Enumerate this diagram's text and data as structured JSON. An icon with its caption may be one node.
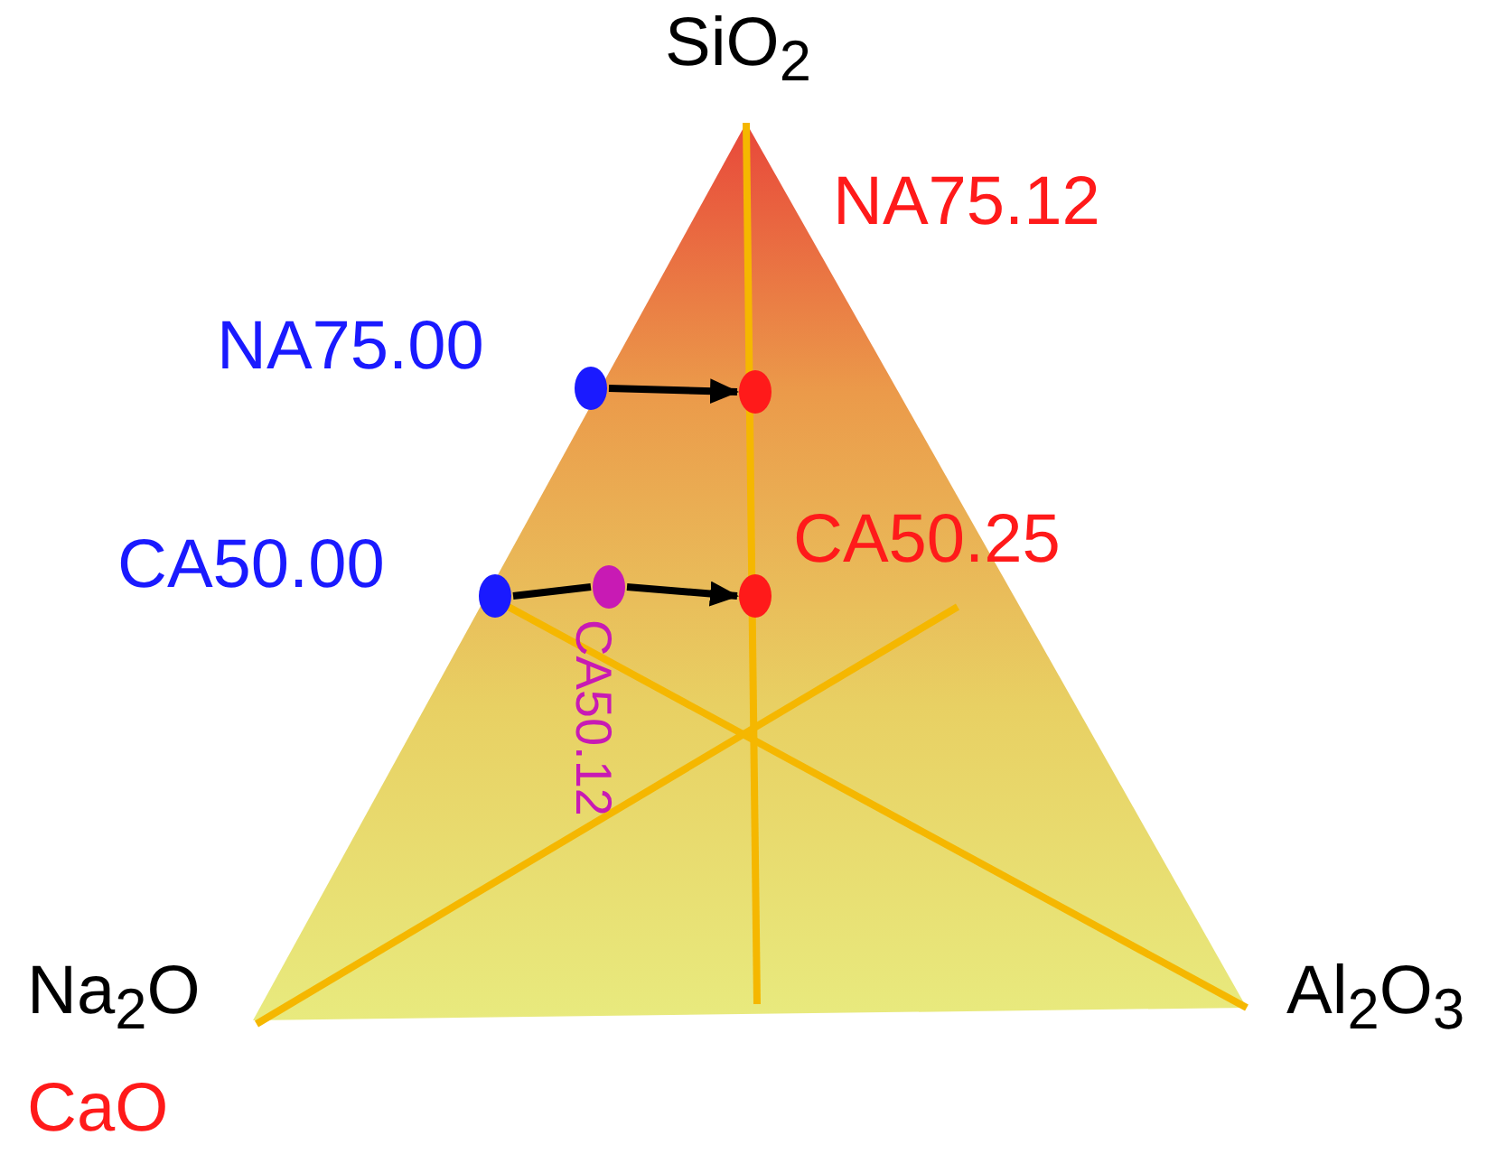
{
  "diagram": {
    "nodes": [
      {
        "text": [],
        "shape": "circle",
        "beside": [
          "NA75.00"
        ]
      },
      {
        "text": [],
        "shape": "circle",
        "beside": [
          "NA75.12"
        ]
      },
      {
        "text": [],
        "shape": "circle",
        "beside": [
          "CA50.00"
        ]
      },
      {
        "text": [],
        "shape": "circle",
        "beside": [
          "CA50.12"
        ]
      },
      {
        "text": [],
        "shape": "circle",
        "beside": [
          "CA50.25"
        ]
      }
    ],
    "edges": [
      {
        "from": 0,
        "to": 1,
        "arrow": "to"
      },
      {
        "from": 2,
        "to": 3,
        "arrow": "none"
      },
      {
        "from": 3,
        "to": 4,
        "arrow": "to"
      }
    ],
    "labels": [
      "SiO$_{2}$",
      "Na$_{2}$O",
      "Al$_{2}$O$_{3}$",
      "CaO"
    ]
  }
}
